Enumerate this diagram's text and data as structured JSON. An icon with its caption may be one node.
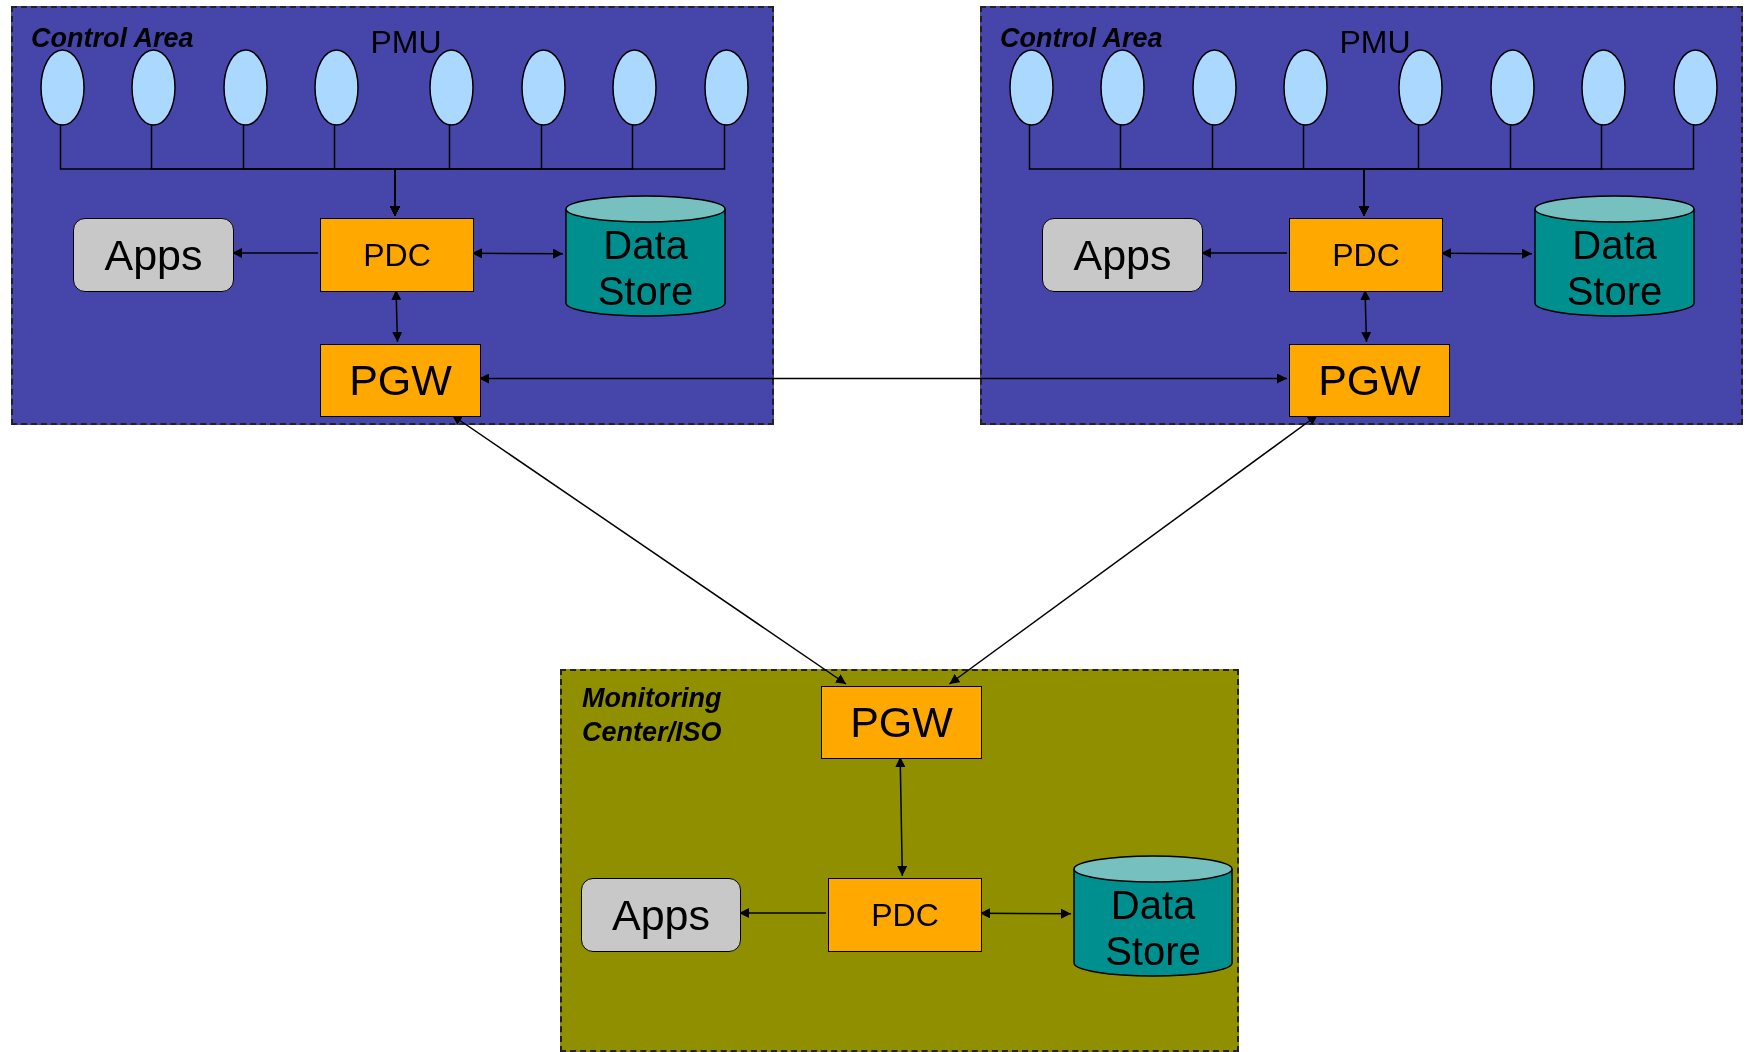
{
  "diagram": {
    "nodes": [
      {
        "text": [
          "Control Area"
        ]
      },
      {
        "text": [],
        "shape": "ellipse",
        "in": 0
      },
      {
        "text": [],
        "shape": "ellipse",
        "in": 0
      },
      {
        "text": [],
        "shape": "ellipse",
        "in": 0
      },
      {
        "text": [],
        "shape": "ellipse",
        "in": 0
      },
      {
        "text": [],
        "shape": "ellipse",
        "in": 0
      },
      {
        "text": [],
        "shape": "ellipse",
        "in": 0
      },
      {
        "text": [],
        "shape": "ellipse",
        "in": 0
      },
      {
        "text": [],
        "shape": "ellipse",
        "in": 0
      },
      {
        "text": [
          "Apps"
        ],
        "in": 0
      },
      {
        "text": [
          "PDC"
        ],
        "in": 0
      },
      {
        "text": [
          "Data Store"
        ],
        "in": 0
      },
      {
        "text": [
          "PGW"
        ],
        "in": 0
      },
      {
        "text": [
          "Control Area"
        ]
      },
      {
        "text": [],
        "shape": "ellipse",
        "in": 13
      },
      {
        "text": [],
        "shape": "ellipse",
        "in": 13
      },
      {
        "text": [],
        "shape": "ellipse",
        "in": 13
      },
      {
        "text": [],
        "shape": "ellipse",
        "in": 13
      },
      {
        "text": [],
        "shape": "ellipse",
        "in": 13
      },
      {
        "text": [],
        "shape": "ellipse",
        "in": 13
      },
      {
        "text": [],
        "shape": "ellipse",
        "in": 13
      },
      {
        "text": [],
        "shape": "ellipse",
        "in": 13
      },
      {
        "text": [
          "Apps"
        ],
        "in": 13
      },
      {
        "text": [
          "PDC"
        ],
        "in": 13
      },
      {
        "text": [
          "Data Store"
        ],
        "in": 13
      },
      {
        "text": [
          "PGW"
        ],
        "in": 13
      },
      {
        "text": [
          "Monitoring Center/ISO"
        ]
      },
      {
        "text": [
          "PGW"
        ],
        "in": 26
      },
      {
        "text": [
          "Apps"
        ],
        "in": 26
      },
      {
        "text": [
          "PDC"
        ],
        "in": 26
      },
      {
        "text": [
          "Data Store"
        ],
        "in": 26
      }
    ],
    "edges": [
      {
        "from": 1,
        "to": 10,
        "arrow": "to"
      },
      {
        "from": 2,
        "to": 10,
        "arrow": "to"
      },
      {
        "from": 3,
        "to": 10,
        "arrow": "to"
      },
      {
        "from": 4,
        "to": 10,
        "arrow": "to"
      },
      {
        "from": 5,
        "to": 10,
        "arrow": "to"
      },
      {
        "from": 6,
        "to": 10,
        "arrow": "to"
      },
      {
        "from": 7,
        "to": 10,
        "arrow": "to"
      },
      {
        "from": 8,
        "to": 10,
        "arrow": "to"
      },
      {
        "from": 10,
        "to": 9,
        "arrow": "to"
      },
      {
        "from": 10,
        "to": 11,
        "arrow": "both"
      },
      {
        "from": 10,
        "to": 12,
        "arrow": "both"
      },
      {
        "from": 14,
        "to": 23,
        "arrow": "to"
      },
      {
        "from": 15,
        "to": 23,
        "arrow": "to"
      },
      {
        "from": 16,
        "to": 23,
        "arrow": "to"
      },
      {
        "from": 17,
        "to": 23,
        "arrow": "to"
      },
      {
        "from": 18,
        "to": 23,
        "arrow": "to"
      },
      {
        "from": 19,
        "to": 23,
        "arrow": "to"
      },
      {
        "from": 20,
        "to": 23,
        "arrow": "to"
      },
      {
        "from": 21,
        "to": 23,
        "arrow": "to"
      },
      {
        "from": 23,
        "to": 22,
        "arrow": "to"
      },
      {
        "from": 23,
        "to": 24,
        "arrow": "both"
      },
      {
        "from": 23,
        "to": 25,
        "arrow": "both"
      },
      {
        "from": 12,
        "to": 25,
        "arrow": "both"
      },
      {
        "from": 12,
        "to": 27,
        "arrow": "both"
      },
      {
        "from": 25,
        "to": 27,
        "arrow": "both"
      },
      {
        "from": 27,
        "to": 29,
        "arrow": "both"
      },
      {
        "from": 29,
        "to": 28,
        "arrow": "to"
      },
      {
        "from": 29,
        "to": 30,
        "arrow": "both"
      }
    ],
    "labels": [
      "PMU",
      "PMU"
    ]
  }
}
